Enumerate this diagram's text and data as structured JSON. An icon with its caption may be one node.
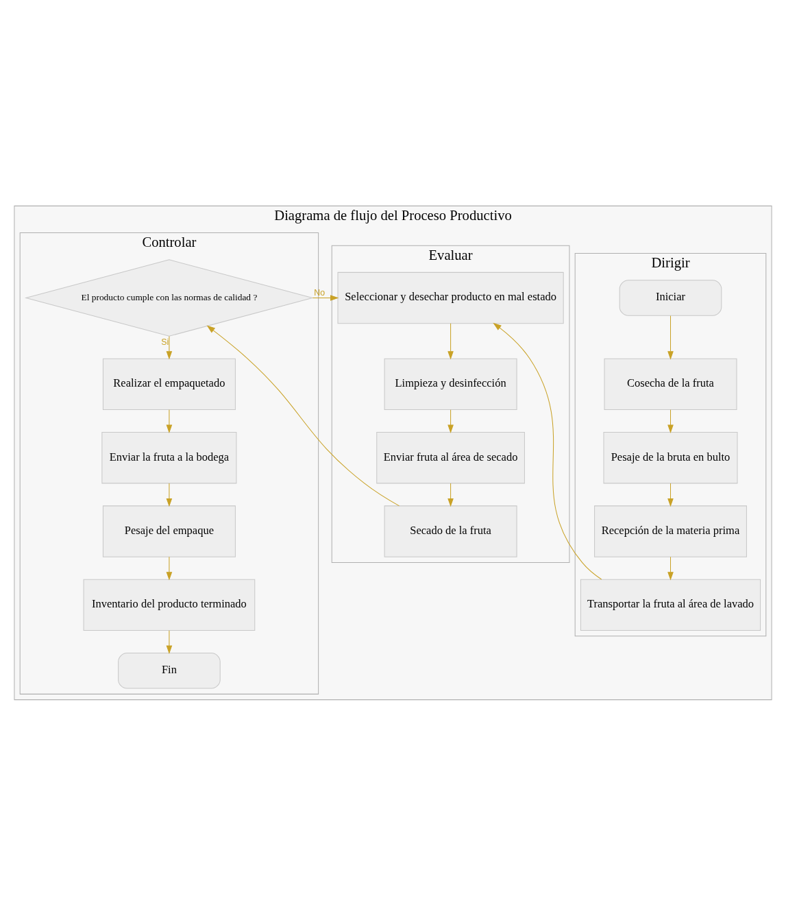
{
  "diagram": {
    "nodes": [
      {
        "text": [
          "Diagrama de flujo del Proceso Productivo"
        ]
      },
      {
        "text": [
          "Dirigir"
        ],
        "in": 0
      },
      {
        "text": [
          "Evaluar"
        ],
        "in": 0
      },
      {
        "text": [
          "Controlar"
        ],
        "in": 0
      },
      {
        "text": [
          "Iniciar"
        ],
        "in": 1
      },
      {
        "text": [
          "Cosecha de la fruta"
        ],
        "in": 1
      },
      {
        "text": [
          "Pesaje de la bruta en bulto"
        ],
        "in": 1
      },
      {
        "text": [
          "Recepción de la materia prima"
        ],
        "in": 1
      },
      {
        "text": [
          "Transportar la fruta al área de lavado"
        ],
        "in": 1
      },
      {
        "text": [
          "Seleccionar y desechar producto en mal estado"
        ],
        "in": 2
      },
      {
        "text": [
          "Limpieza y desinfección"
        ],
        "in": 2
      },
      {
        "text": [
          "Enviar fruta al área de secado"
        ],
        "in": 2
      },
      {
        "text": [
          "Secado de la fruta"
        ],
        "in": 2
      },
      {
        "text": [
          "El producto cumple con las normas de calidad ?"
        ],
        "in": 3
      },
      {
        "text": [
          "Realizar el empaquetado"
        ],
        "in": 3
      },
      {
        "text": [
          "Enviar la fruta a la bodega"
        ],
        "in": 3
      },
      {
        "text": [
          "Pesaje del empaque"
        ],
        "in": 3
      },
      {
        "text": [
          "Inventario del producto terminado"
        ],
        "in": 3
      },
      {
        "text": [
          "Fin"
        ],
        "in": 3
      }
    ],
    "edges": [
      {
        "from": 4,
        "to": 5,
        "arrow": "to"
      },
      {
        "from": 5,
        "to": 6,
        "arrow": "to"
      },
      {
        "from": 6,
        "to": 7,
        "arrow": "to"
      },
      {
        "from": 7,
        "to": 8,
        "arrow": "to"
      },
      {
        "from": 8,
        "to": 9,
        "arrow": "to"
      },
      {
        "from": 9,
        "to": 10,
        "arrow": "to"
      },
      {
        "from": 10,
        "to": 11,
        "arrow": "to"
      },
      {
        "from": 11,
        "to": 12,
        "arrow": "to"
      },
      {
        "from": 12,
        "to": 13,
        "arrow": "to"
      },
      {
        "from": 13,
        "to": 9,
        "arrow": "to",
        "label": "No"
      },
      {
        "from": 13,
        "to": 14,
        "arrow": "to",
        "label": "Si"
      },
      {
        "from": 14,
        "to": 15,
        "arrow": "to"
      },
      {
        "from": 15,
        "to": 16,
        "arrow": "to"
      },
      {
        "from": 16,
        "to": 17,
        "arrow": "to"
      },
      {
        "from": 17,
        "to": 18,
        "arrow": "to"
      }
    ]
  }
}
